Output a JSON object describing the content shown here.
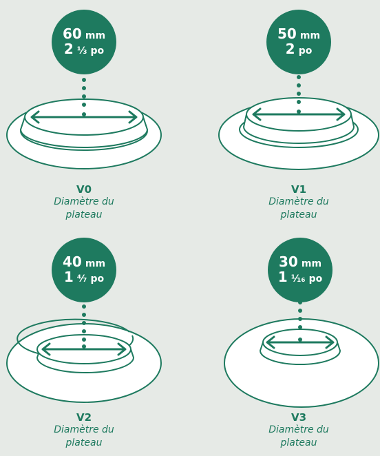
{
  "colors": {
    "accent": "#1e7a5f",
    "background": "#e6eae6"
  },
  "items": [
    {
      "code": "V0",
      "mm_value": "60",
      "mm_unit": "mm",
      "in_whole": "2",
      "in_fraction": "⅓",
      "in_unit": "po",
      "desc_line1": "Diamètre du",
      "desc_line2": "plateau"
    },
    {
      "code": "V1",
      "mm_value": "50",
      "mm_unit": "mm",
      "in_whole": "2",
      "in_fraction": "",
      "in_unit": "po",
      "desc_line1": "Diamètre du",
      "desc_line2": "plateau"
    },
    {
      "code": "V2",
      "mm_value": "40",
      "mm_unit": "mm",
      "in_whole": "1",
      "in_fraction": "⁴⁄₇",
      "in_unit": "po",
      "desc_line1": "Diamètre du",
      "desc_line2": "plateau"
    },
    {
      "code": "V3",
      "mm_value": "30",
      "mm_unit": "mm",
      "in_whole": "1",
      "in_fraction": "¹⁄₁₆",
      "in_unit": "po",
      "desc_line1": "Diamètre du",
      "desc_line2": "plateau"
    }
  ]
}
